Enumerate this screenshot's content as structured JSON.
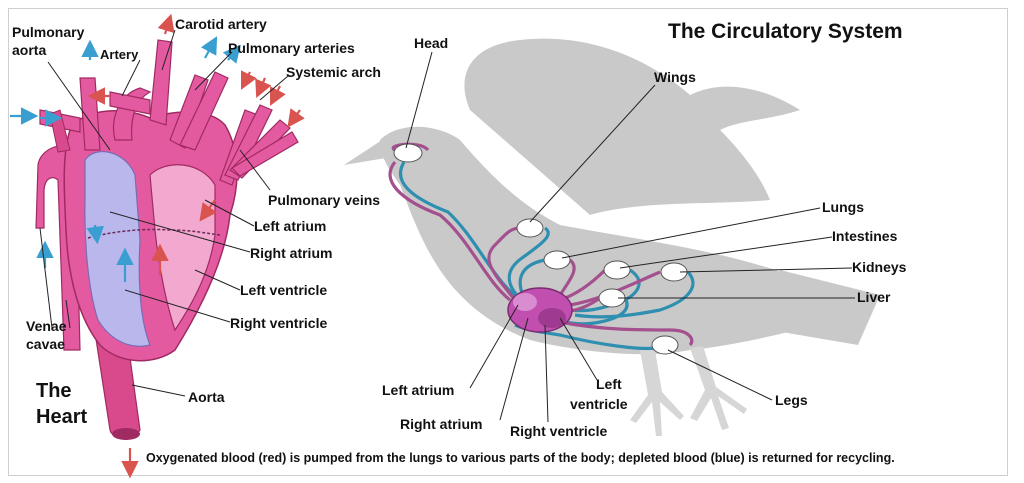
{
  "title": "The Circulatory System",
  "heart_title": {
    "line1": "The",
    "line2": "Heart"
  },
  "caption": "Oxygenated blood (red) is pumped from the lungs to various parts of the body; depleted blood (blue) is returned for recycling.",
  "heart_labels": {
    "pulmonary_aorta_1": "Pulmonary",
    "pulmonary_aorta_2": "aorta",
    "artery": "Artery",
    "carotid_artery": "Carotid artery",
    "pulmonary_arteries": "Pulmonary arteries",
    "systemic_arch": "Systemic arch",
    "pulmonary_veins": "Pulmonary veins",
    "left_atrium": "Left atrium",
    "right_atrium": "Right atrium",
    "left_ventricle": "Left ventricle",
    "right_ventricle": "Right ventricle",
    "venae_cavae_1": "Venae",
    "venae_cavae_2": "cavae",
    "aorta": "Aorta"
  },
  "bird_labels": {
    "head": "Head",
    "wings": "Wings",
    "lungs": "Lungs",
    "intestines": "Intestines",
    "kidneys": "Kidneys",
    "liver": "Liver",
    "legs": "Legs",
    "left_atrium": "Left atrium",
    "right_atrium": "Right atrium",
    "left_ventricle_1": "Left",
    "left_ventricle_2": "ventricle",
    "right_ventricle": "Right ventricle"
  },
  "colors": {
    "oxygenated": "#d9534f",
    "deoxygenated": "#3a9fd0",
    "heart_pink": "#e45aa0",
    "heart_light": "#f3a9cf",
    "heart_blue": "#b9b7ec",
    "bird_silhouette": "#c8c8c8"
  }
}
